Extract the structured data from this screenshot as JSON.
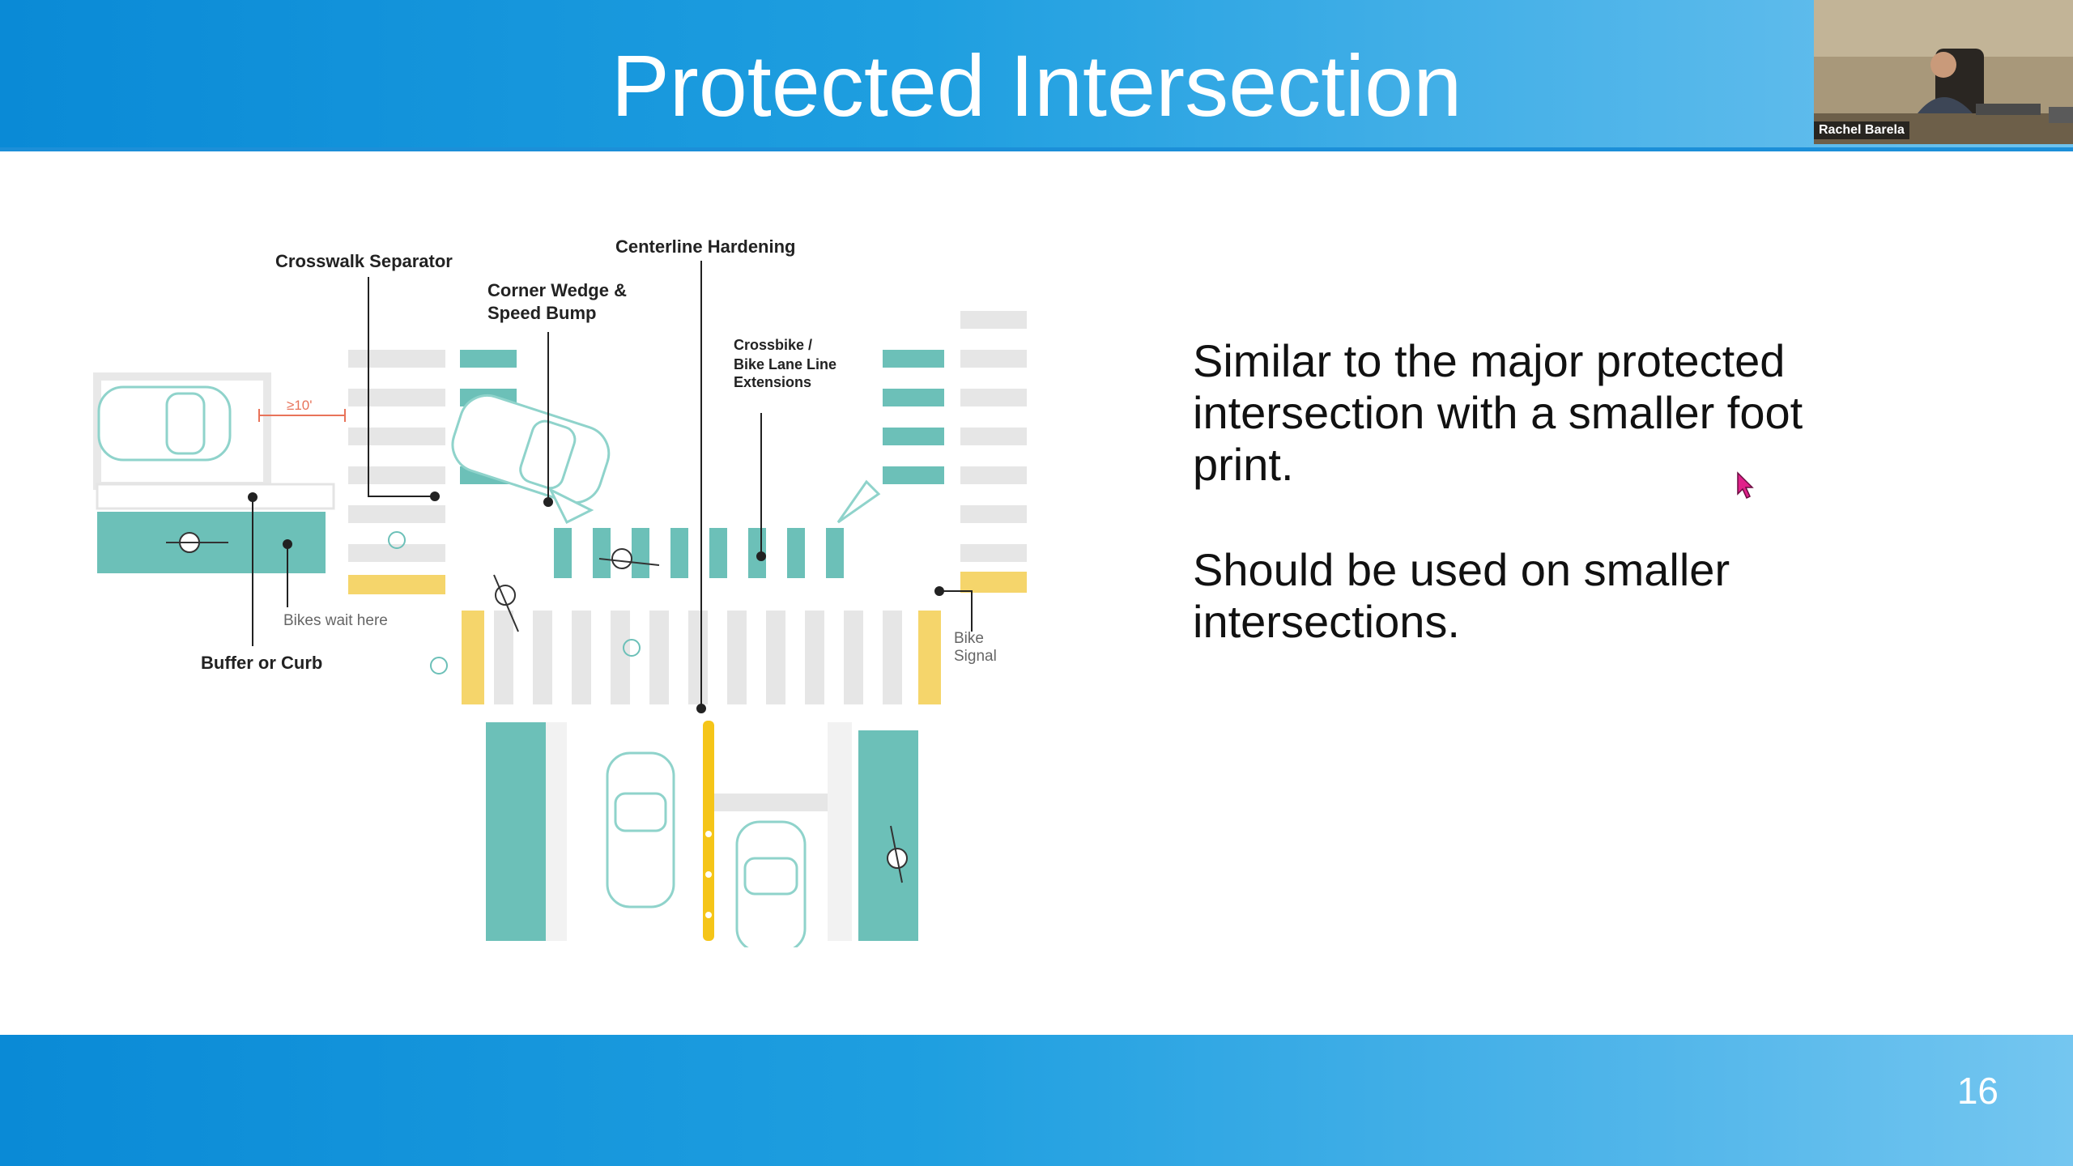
{
  "slide": {
    "title": "Protected Intersection",
    "page_number": "16",
    "paragraphs": [
      "Similar to the major protected intersection with a smaller foot print.",
      "Should be used on smaller intersections."
    ]
  },
  "diagram": {
    "labels": {
      "crosswalk_separator": "Crosswalk Separator",
      "centerline_hardening": "Centerline Hardening",
      "corner_wedge_line1": "Corner Wedge &",
      "corner_wedge_line2": "Speed Bump",
      "crossbike_line1": "Crossbike /",
      "crossbike_line2": "Bike Lane Line",
      "crossbike_line3": "Extensions",
      "setback": "≥10'",
      "bikes_wait": "Bikes wait here",
      "buffer_or_curb": "Buffer or Curb",
      "bike_signal_line1": "Bike",
      "bike_signal_line2": "Signal"
    },
    "colors": {
      "bike_lane": "#6cc0b8",
      "yellow": "#f5c518",
      "crosswalk": "#e6e6e6"
    }
  },
  "video": {
    "participant_name": "Rachel Barela"
  },
  "colors": {
    "header_gradient_start": "#0a8ad6",
    "header_gradient_end": "#6fc3ee",
    "cursor": "#e0218a"
  }
}
